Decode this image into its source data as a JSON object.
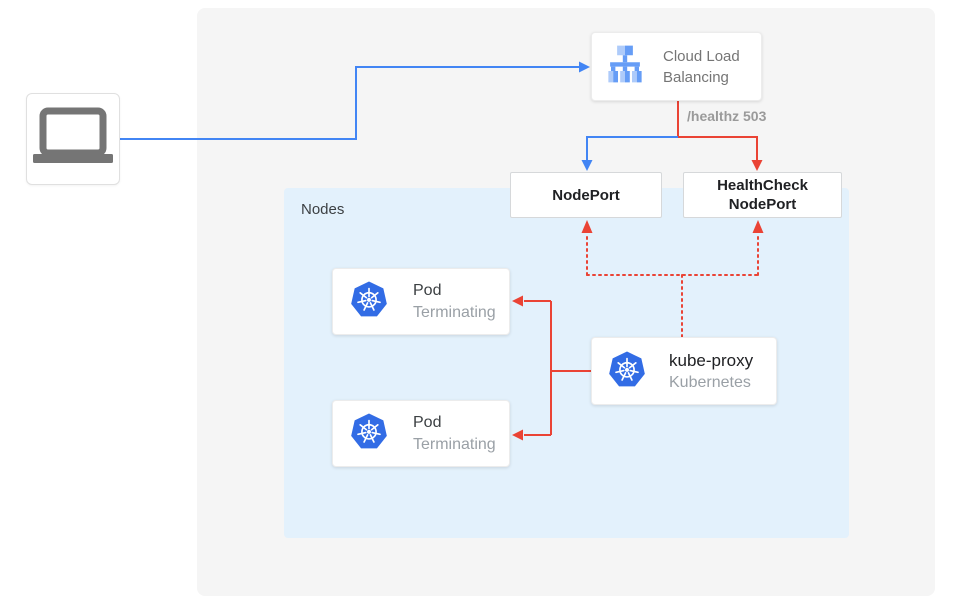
{
  "colors": {
    "blue": "#4285f4",
    "red": "#ea4335",
    "panel_bg": "#f5f5f5",
    "nodes_bg": "#e3f1fc",
    "box_border": "#d6d8da",
    "k8s_blue": "#326ce5",
    "lb_light": "#aecbfa",
    "lb_mid": "#669df6",
    "laptop_gray": "#757575",
    "title_gray": "#757575",
    "dark_text": "#202124",
    "muted_text": "#9aa0a6",
    "label_gray": "#9a9a9a",
    "nodes_label": "#3c4043"
  },
  "client": {
    "icon": "laptop-icon"
  },
  "load_balancer": {
    "label": "Cloud Load Balancing",
    "icon": "cloud-load-balancing-icon"
  },
  "edge_labels": {
    "healthz": "/healthz 503"
  },
  "ports": {
    "nodeport": {
      "label": "NodePort"
    },
    "healthcheck_nodeport": {
      "label": "HealthCheck NodePort"
    }
  },
  "nodes_container": {
    "label": "Nodes"
  },
  "pods": [
    {
      "title": "Pod",
      "status": "Terminating",
      "icon": "kubernetes-icon"
    },
    {
      "title": "Pod",
      "status": "Terminating",
      "icon": "kubernetes-icon"
    }
  ],
  "kube_proxy": {
    "title": "kube-proxy",
    "subtitle": "Kubernetes",
    "icon": "kubernetes-icon"
  }
}
